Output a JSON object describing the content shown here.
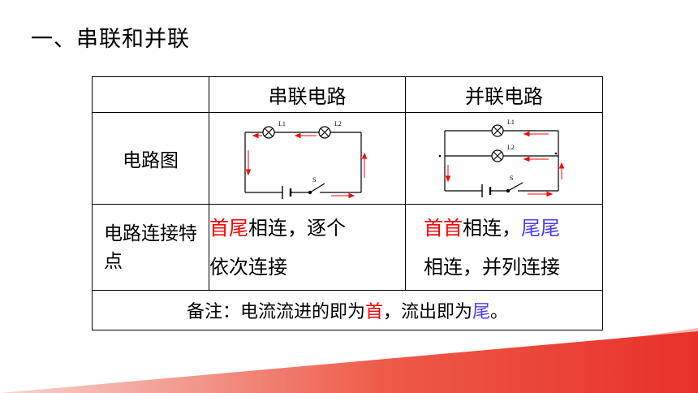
{
  "heading": "一、串联和并联",
  "table": {
    "col_series": "串联电路",
    "col_parallel": "并联电路",
    "row_diagram": "电路图",
    "row_feature": "电路连接特点",
    "series_feature": {
      "part1": "首尾",
      "part2": "相连，逐个",
      "part3": "依次连接"
    },
    "parallel_feature": {
      "part1": "首首",
      "part2": "相连，",
      "part3": "尾尾",
      "part4": "相连，并列连接"
    },
    "note": {
      "prefix": "备注：电流流进的即为",
      "head": "首",
      "mid": "，流出即为",
      "tail": "尾",
      "end": "。"
    }
  },
  "diagram_labels": {
    "lamp1": "L1",
    "lamp2": "L2",
    "switch": "S"
  },
  "colors": {
    "highlight_red": "#ff0000",
    "highlight_blue": "#4a3df5",
    "decor_red": "#e8302a"
  }
}
